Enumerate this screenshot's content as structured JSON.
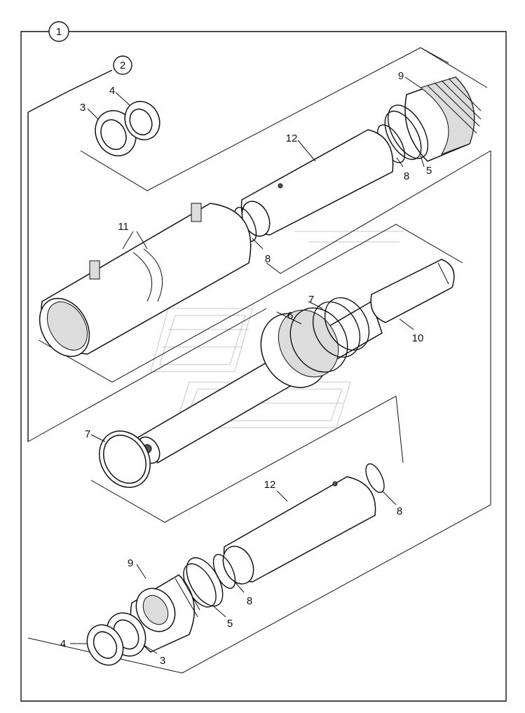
{
  "callouts": {
    "assembly": "1",
    "kit": "2",
    "labels": {
      "l3_top": "3",
      "l4_top": "4",
      "l9_top": "9",
      "l12_top": "12",
      "l8_top_a": "8",
      "l5_top": "5",
      "l11": "11",
      "l8_top_b": "8",
      "l7_top": "7",
      "l6": "6",
      "l10": "10",
      "l7_left": "7",
      "l12_bottom": "12",
      "l8_bottom_a": "8",
      "l9_bottom": "9",
      "l8_bottom_b": "8",
      "l5_bottom": "5",
      "l4_bottom": "4",
      "l3_bottom": "3"
    }
  }
}
